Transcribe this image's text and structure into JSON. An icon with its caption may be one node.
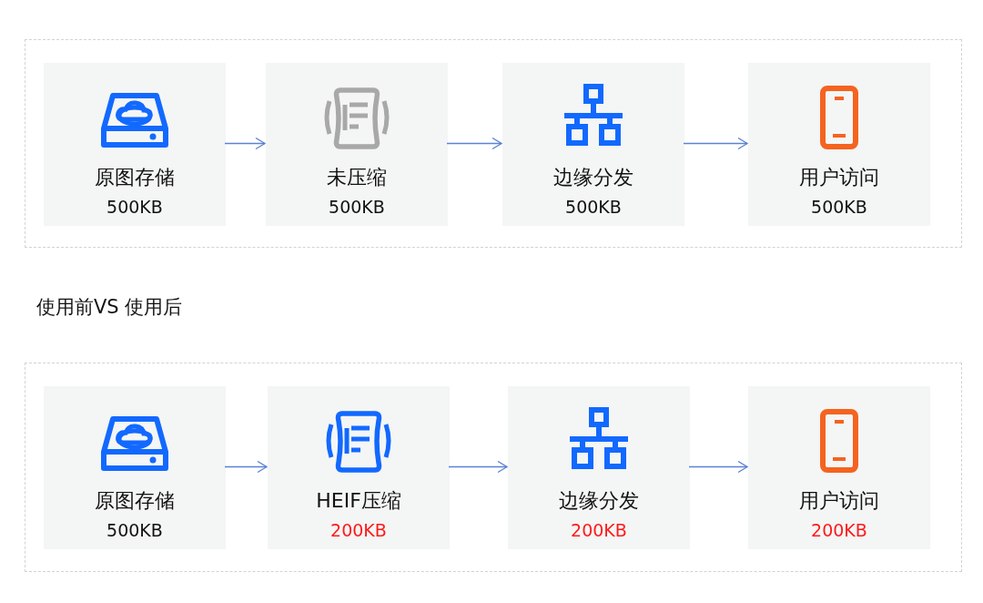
{
  "diagram": {
    "nodes": [
      {
        "text": [],
        "shape": "box"
      },
      {
        "text": [
          "原图存储",
          "500KB"
        ],
        "in": 0
      },
      {
        "text": [
          "未压缩",
          "500KB"
        ],
        "in": 0
      },
      {
        "text": [
          "边缘分发",
          "500KB"
        ],
        "in": 0
      },
      {
        "text": [
          "用户访问",
          "500KB"
        ],
        "in": 0
      },
      {
        "text": [],
        "shape": "box"
      },
      {
        "text": [
          "原图存储",
          "500KB"
        ],
        "in": 5
      },
      {
        "text": [
          "HEIF压缩",
          "200KB"
        ],
        "in": 5
      },
      {
        "text": [
          "边缘分发",
          "200KB"
        ],
        "in": 5
      },
      {
        "text": [
          "用户访问",
          "200KB"
        ],
        "in": 5
      }
    ],
    "edges": [
      {
        "from": 1,
        "to": 2,
        "arrow": "to"
      },
      {
        "from": 2,
        "to": 3,
        "arrow": "to"
      },
      {
        "from": 3,
        "to": 4,
        "arrow": "to"
      },
      {
        "from": 6,
        "to": 7,
        "arrow": "to"
      },
      {
        "from": 7,
        "to": 8,
        "arrow": "to"
      },
      {
        "from": 8,
        "to": 9,
        "arrow": "to"
      }
    ],
    "labels": [
      "使用前VS 使用后"
    ]
  }
}
